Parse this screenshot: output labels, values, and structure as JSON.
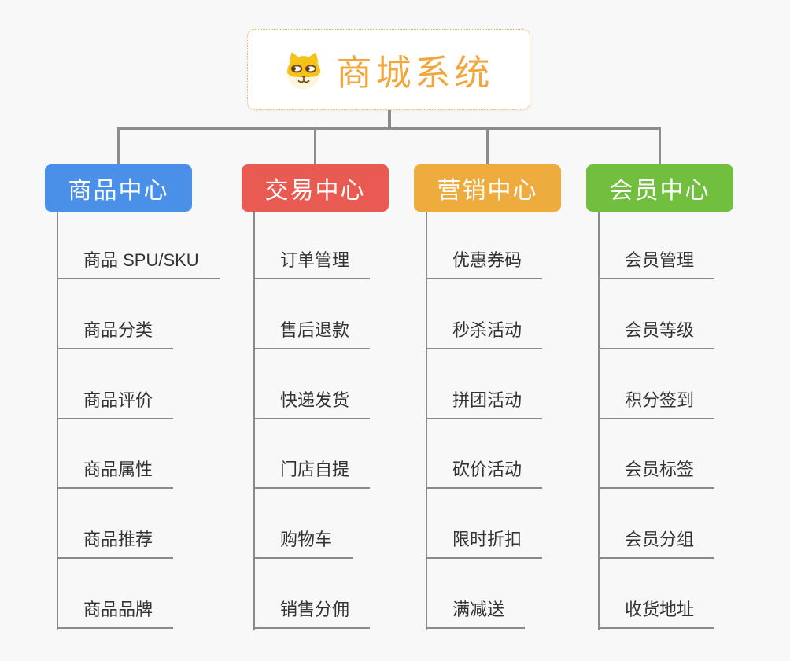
{
  "canvas": {
    "background_color": "#f8f8f8",
    "connector_color": "#8c8c8c"
  },
  "root": {
    "title": "商城系统",
    "title_color": "#f2a63e",
    "border_color": "#f0b060",
    "icon": "dog-face-icon"
  },
  "branches": [
    {
      "id": "product-center",
      "label": "商品中心",
      "color": "#4a90e8",
      "children": [
        "商品 SPU/SKU",
        "商品分类",
        "商品评价",
        "商品属性",
        "商品推荐",
        "商品品牌"
      ]
    },
    {
      "id": "trade-center",
      "label": "交易中心",
      "color": "#e85a52",
      "children": [
        "订单管理",
        "售后退款",
        "快递发货",
        "门店自提",
        "购物车",
        "销售分佣"
      ]
    },
    {
      "id": "marketing-center",
      "label": "营销中心",
      "color": "#efac3e",
      "children": [
        "优惠券码",
        "秒杀活动",
        "拼团活动",
        "砍价活动",
        "限时折扣",
        "满减送"
      ]
    },
    {
      "id": "member-center",
      "label": "会员中心",
      "color": "#72bf3f",
      "children": [
        "会员管理",
        "会员等级",
        "积分签到",
        "会员标签",
        "会员分组",
        "收货地址"
      ]
    }
  ]
}
